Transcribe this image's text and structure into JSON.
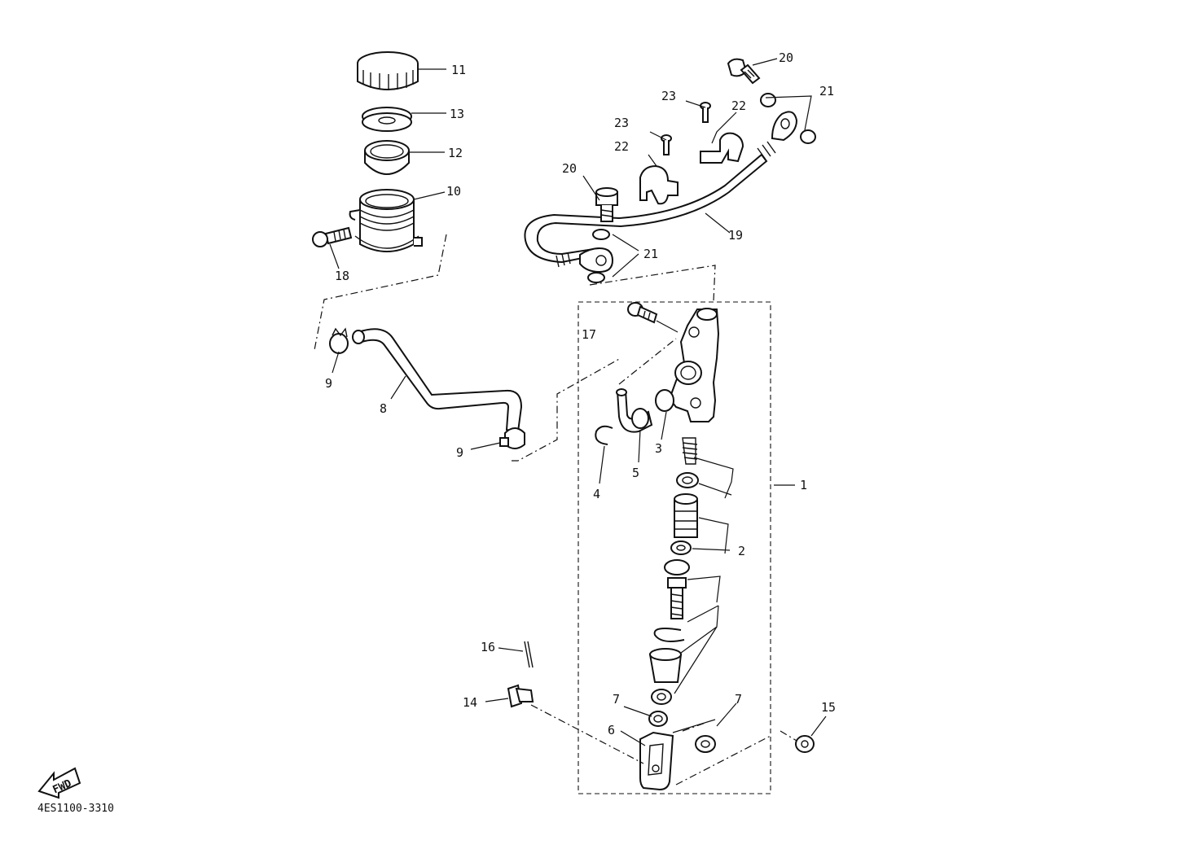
{
  "diagram": {
    "drawing_code": "4ES1100-3310",
    "fwd_label": "FWD",
    "labels": [
      {
        "id": "l11",
        "text": "11"
      },
      {
        "id": "l13",
        "text": "13"
      },
      {
        "id": "l12",
        "text": "12"
      },
      {
        "id": "l10",
        "text": "10"
      },
      {
        "id": "l18",
        "text": "18"
      },
      {
        "id": "l9a",
        "text": "9"
      },
      {
        "id": "l8",
        "text": "8"
      },
      {
        "id": "l9b",
        "text": "9"
      },
      {
        "id": "l20a",
        "text": "20"
      },
      {
        "id": "l21a",
        "text": "21"
      },
      {
        "id": "l23a",
        "text": "23"
      },
      {
        "id": "l22a",
        "text": "22"
      },
      {
        "id": "l23b",
        "text": "23"
      },
      {
        "id": "l22b",
        "text": "22"
      },
      {
        "id": "l20b",
        "text": "20"
      },
      {
        "id": "l19",
        "text": "19"
      },
      {
        "id": "l21b",
        "text": "21"
      },
      {
        "id": "l17",
        "text": "17"
      },
      {
        "id": "l3",
        "text": "3"
      },
      {
        "id": "l5",
        "text": "5"
      },
      {
        "id": "l4",
        "text": "4"
      },
      {
        "id": "l1",
        "text": "1"
      },
      {
        "id": "l2",
        "text": "2"
      },
      {
        "id": "l16",
        "text": "16"
      },
      {
        "id": "l14",
        "text": "14"
      },
      {
        "id": "l7a",
        "text": "7"
      },
      {
        "id": "l7b",
        "text": "7"
      },
      {
        "id": "l6",
        "text": "6"
      },
      {
        "id": "l15",
        "text": "15"
      }
    ]
  }
}
